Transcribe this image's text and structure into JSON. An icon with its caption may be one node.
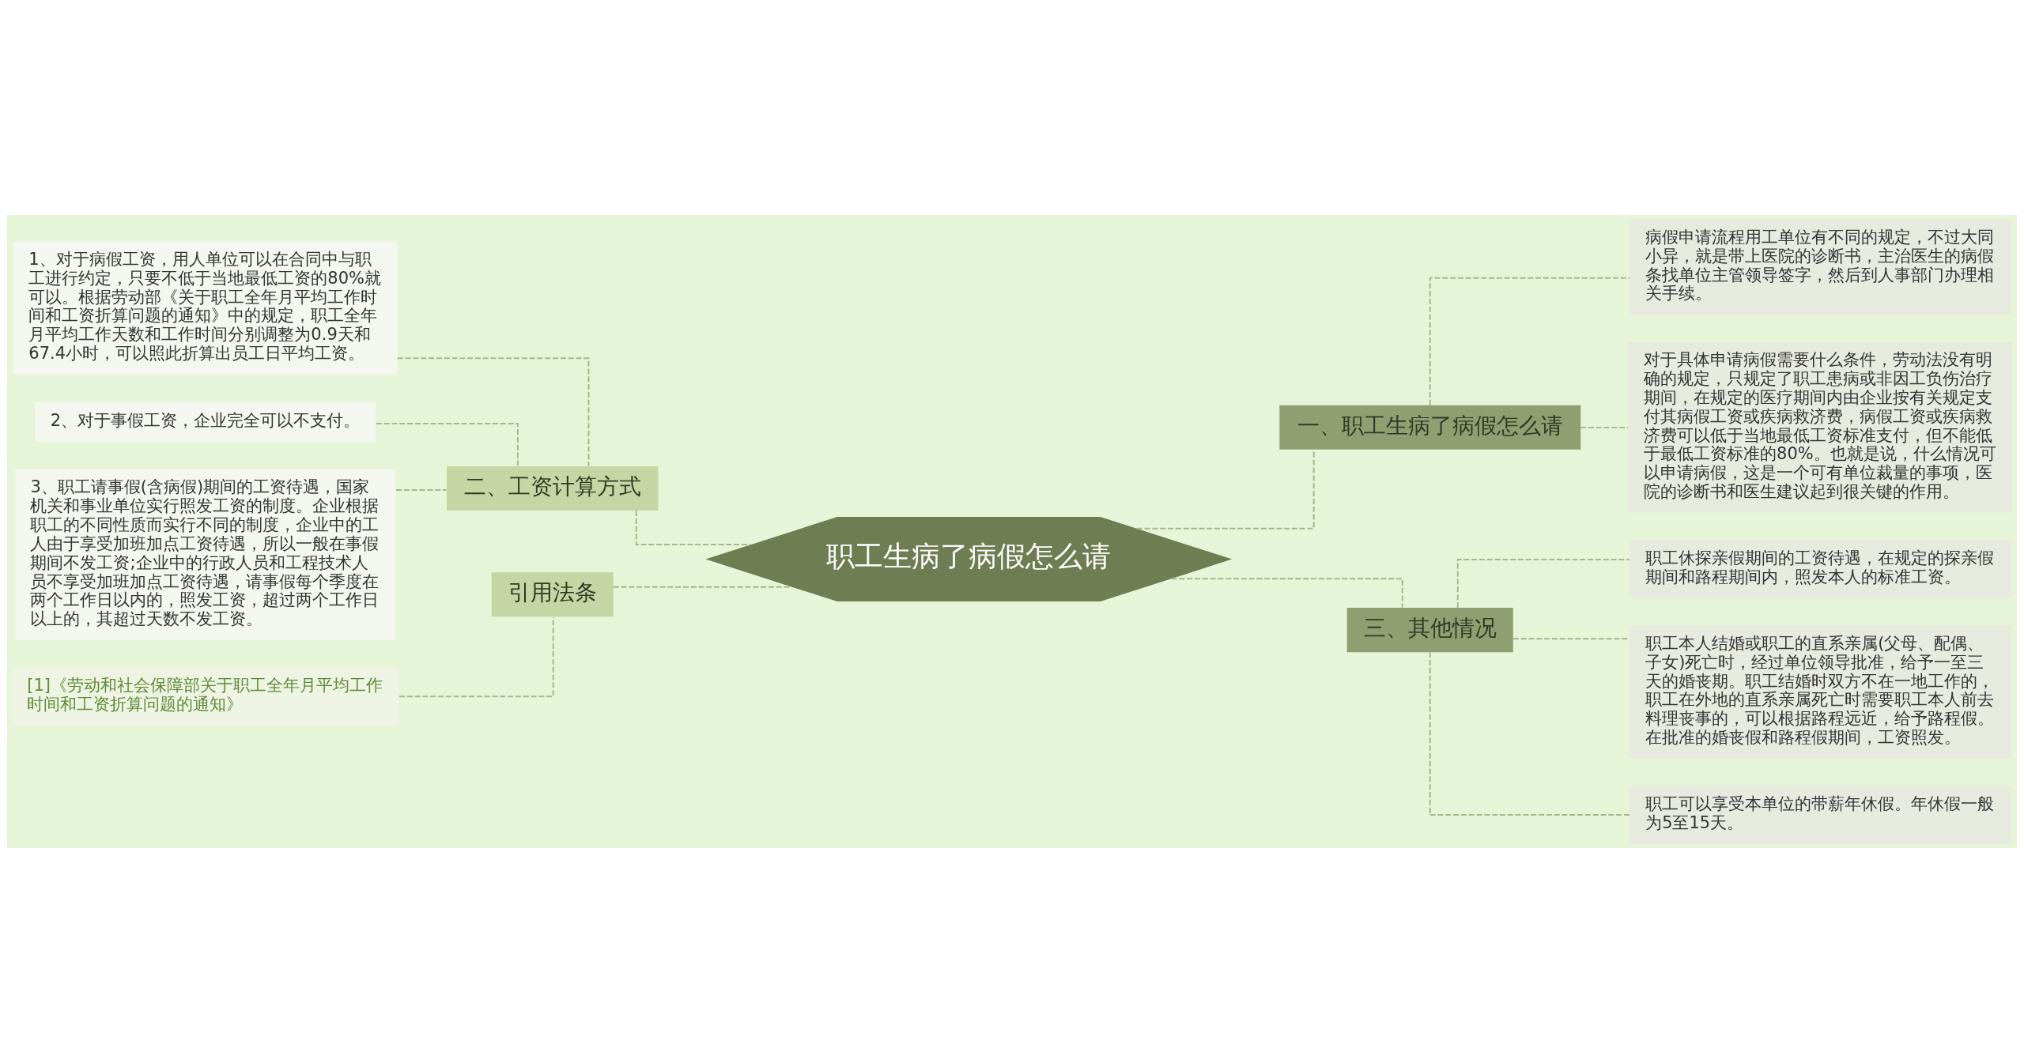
{
  "diagram": {
    "nodes": [
      {
        "text": [
          "职工生病了病假怎么请"
        ]
      },
      {
        "text": [
          "一、职工生病了病假怎么请"
        ]
      },
      {
        "text": [
          "病假申请流程用工单位有不同的规定，不过大同小异，就是带上医院的诊断书，主治医生的病假条找单位主管领导签字，然后到人事部门办理相关手续。"
        ]
      },
      {
        "text": [
          "对于具体申请病假需要什么条件，劳动法没有明确的规定，只规定了职工患病或非因工负伤治疗期间，在规定的医疗期间内由企业按有关规定支付其病假工资或疾病救济费，病假工资或疾病救济费可以低于当地最低工资标准支付，但不能低于最低工资标准的80%。也就是说，什么情况可以申请病假，这是一个可有单位裁量的事项，医院的诊断书和医生建议起到很关键的作用。"
        ]
      },
      {
        "text": [
          "三、其他情况"
        ]
      },
      {
        "text": [
          "职工休探亲假期间的工资待遇，在规定的探亲假期间和路程期间内，照发本人的标准工资。"
        ]
      },
      {
        "text": [
          "职工本人结婚或职工的直系亲属(父母、配偶、子女)死亡时，经过单位领导批准，给予一至三天的婚丧期。职工结婚时双方不在一地工作的，职工在外地的直系亲属死亡时需要职工本人前去料理丧事的，可以根据路程远近，给予路程假。在批准的婚丧假和路程假期间，工资照发。"
        ]
      },
      {
        "text": [
          "职工可以享受本单位的带薪年休假。年休假一般为5至15天。"
        ]
      },
      {
        "text": [
          "二、工资计算方式"
        ]
      },
      {
        "text": [
          "1、对于病假工资，用人单位可以在合同中与职工进行约定，只要不低于当地最低工资的80%就可以。根据劳动部《关于职工全年月平均工作时间和工资折算问题的通知》中的规定，职工全年月平均工作天数和工作时间分别调整为0.9天和67.4小时，可以照此折算出员工日平均工资。"
        ]
      },
      {
        "text": [
          "2、对于事假工资，企业完全可以不支付。"
        ]
      },
      {
        "text": [
          "3、职工请事假(含病假)期间的工资待遇，国家机关和事业单位实行照发工资的制度。企业根据职工的不同性质而实行不同的制度，企业中的工人由于享受加班加点工资待遇，所以一般在事假期间不发工资;企业中的行政人员和工程技术人员不享受加班加点工资待遇，请事假每个季度在两个工作日以内的，照发工资，超过两个工作日以上的，其超过天数不发工资。"
        ]
      },
      {
        "text": [
          "引用法条"
        ]
      },
      {
        "text": [
          "[1]《劳动和社会保障部关于职工全年月平均工作时间和工资折算问题的通知》"
        ]
      }
    ],
    "edges": [
      {
        "from": 0,
        "to": 1,
        "arrow": "none",
        "style": "dashed"
      },
      {
        "from": 1,
        "to": 2,
        "arrow": "none",
        "style": "dashed"
      },
      {
        "from": 1,
        "to": 3,
        "arrow": "none",
        "style": "dashed"
      },
      {
        "from": 0,
        "to": 4,
        "arrow": "none",
        "style": "dashed"
      },
      {
        "from": 4,
        "to": 5,
        "arrow": "none",
        "style": "dashed"
      },
      {
        "from": 4,
        "to": 6,
        "arrow": "none",
        "style": "dashed"
      },
      {
        "from": 4,
        "to": 7,
        "arrow": "none",
        "style": "dashed"
      },
      {
        "from": 0,
        "to": 8,
        "arrow": "none",
        "style": "dashed"
      },
      {
        "from": 8,
        "to": 9,
        "arrow": "none",
        "style": "dashed"
      },
      {
        "from": 8,
        "to": 10,
        "arrow": "none",
        "style": "dashed"
      },
      {
        "from": 8,
        "to": 11,
        "arrow": "none",
        "style": "dashed"
      },
      {
        "from": 0,
        "to": 12,
        "arrow": "none",
        "style": "dashed"
      },
      {
        "from": 12,
        "to": 13,
        "arrow": "none",
        "style": "dashed"
      }
    ]
  }
}
